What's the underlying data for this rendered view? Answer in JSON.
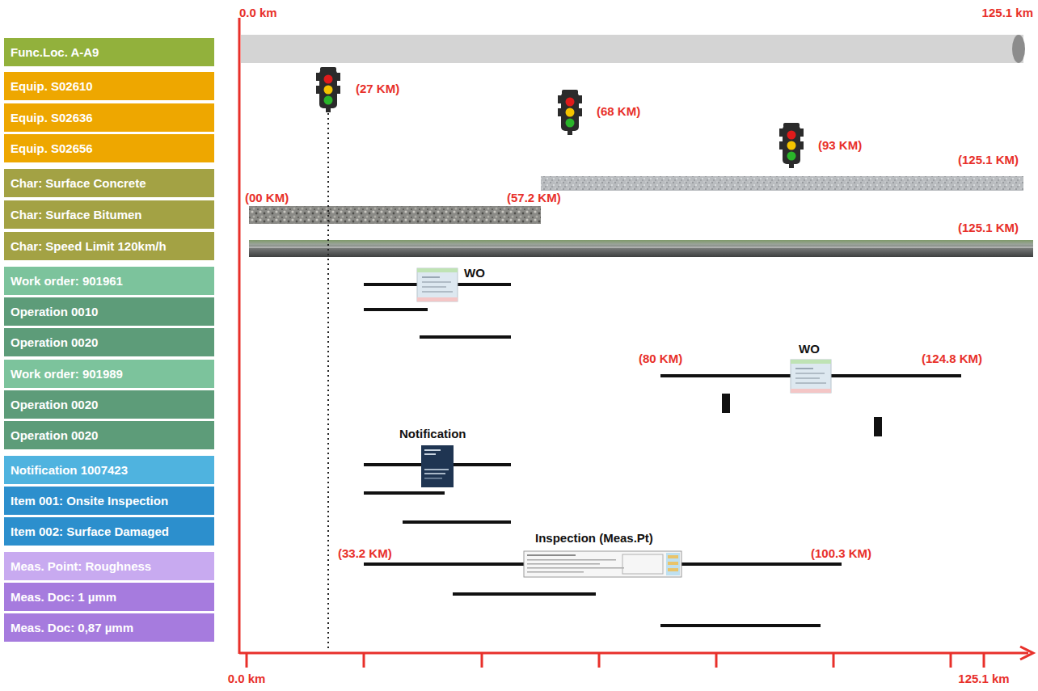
{
  "diagram": {
    "nodes": [
      {
        "text": [
          "Func.Loc. A-A9"
        ]
      },
      {
        "text": [
          "Equip. S02610"
        ]
      },
      {
        "text": [
          "Equip. S02636"
        ]
      },
      {
        "text": [
          "Equip. S02656"
        ]
      },
      {
        "text": [
          "Char: Surface Concrete"
        ]
      },
      {
        "text": [
          "Char: Surface Bitumen"
        ]
      },
      {
        "text": [
          "Char: Speed Limit 120km/h"
        ]
      },
      {
        "text": [
          "Work order: 901961"
        ]
      },
      {
        "text": [
          "Operation 0010"
        ]
      },
      {
        "text": [
          "Operation 0020"
        ]
      },
      {
        "text": [
          "Work order: 901989"
        ]
      },
      {
        "text": [
          "Operation 0020"
        ]
      },
      {
        "text": [
          "Operation 0020"
        ]
      },
      {
        "text": [
          "Notification 1007423"
        ]
      },
      {
        "text": [
          "Item 001: Onsite Inspection"
        ]
      },
      {
        "text": [
          "Item 002: Surface Damaged"
        ]
      },
      {
        "text": [
          "Meas. Point: Roughness"
        ]
      },
      {
        "text": [
          "Meas. Doc: 1 µmm"
        ]
      },
      {
        "text": [
          "Meas. Doc: 0,87 µmm"
        ]
      }
    ],
    "labels": [
      "0.0 km",
      "125.1 km",
      "(27 KM)",
      "(68 KM)",
      "(93 KM)",
      "(125.1 KM)",
      "(00 KM)",
      "(57.2 KM)",
      "(125.1 KM)",
      "WO",
      "(80 KM)",
      "WO",
      "(124.8 KM)",
      "Notification",
      "(33.2 KM)",
      "Inspection (Meas.Pt)",
      "(100.3 KM)",
      "0.0 km",
      "125.1 km"
    ]
  }
}
